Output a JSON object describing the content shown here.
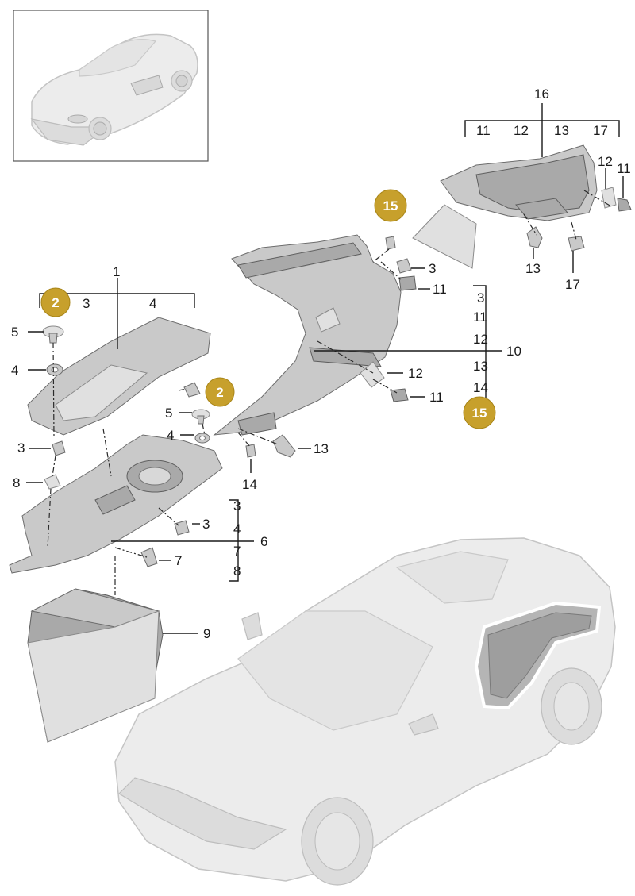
{
  "callouts": {
    "c1": "1",
    "c3a": "3",
    "c4a": "4",
    "c5a": "5",
    "c4b": "4",
    "c5b": "5",
    "c4c": "4",
    "c3b": "3",
    "c8": "8",
    "c3c": "3",
    "c6": "6",
    "c6_3": "3",
    "c6_4": "4",
    "c6_7": "7",
    "c6_8": "8",
    "c7": "7",
    "c9": "9",
    "c3d": "3",
    "c11a": "11",
    "c10": "10",
    "c10_3": "3",
    "c10_11": "11",
    "c10_12": "12",
    "c10_13": "13",
    "c10_14": "14",
    "c12a": "12",
    "c11b": "11",
    "c13a": "13",
    "c14": "14",
    "c16": "16",
    "c16_11": "11",
    "c16_12": "12",
    "c16_13": "13",
    "c16_17": "17",
    "c12b": "12",
    "c11c": "11",
    "c13b": "13",
    "c17": "17"
  },
  "badges": {
    "b2a": "2",
    "b2b": "2",
    "b15a": "15",
    "b15b": "15"
  },
  "colors": {
    "badge_fill": "#c7a02c",
    "badge_stroke": "#a88518"
  }
}
